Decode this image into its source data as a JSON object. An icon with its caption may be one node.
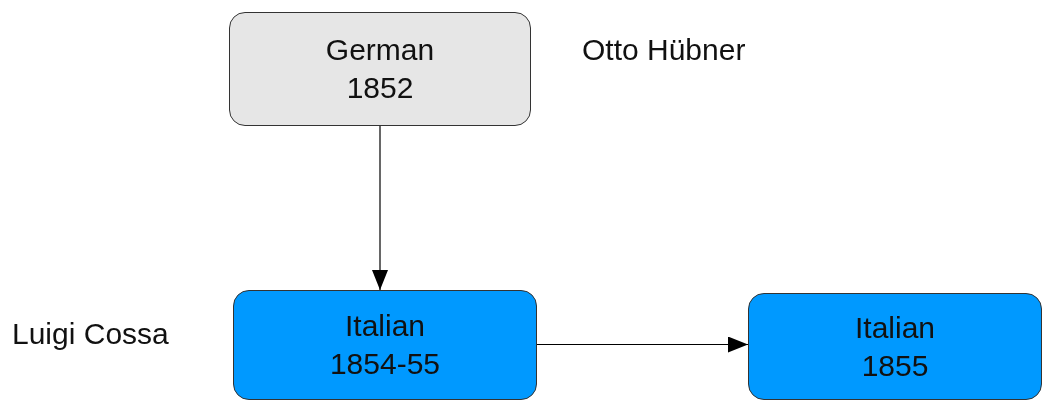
{
  "diagram": {
    "nodes": [
      {
        "text": [
          "German 1852"
        ],
        "beside": [
          "Otto Hübner"
        ]
      },
      {
        "text": [
          "Italian 1854-55"
        ],
        "beside": [
          "Luigi Cossa"
        ]
      },
      {
        "text": [
          "Italian 1855"
        ]
      }
    ],
    "edges": [
      {
        "from": 0,
        "to": 1,
        "arrow": "to"
      },
      {
        "from": 1,
        "to": 2,
        "arrow": "to"
      }
    ]
  }
}
